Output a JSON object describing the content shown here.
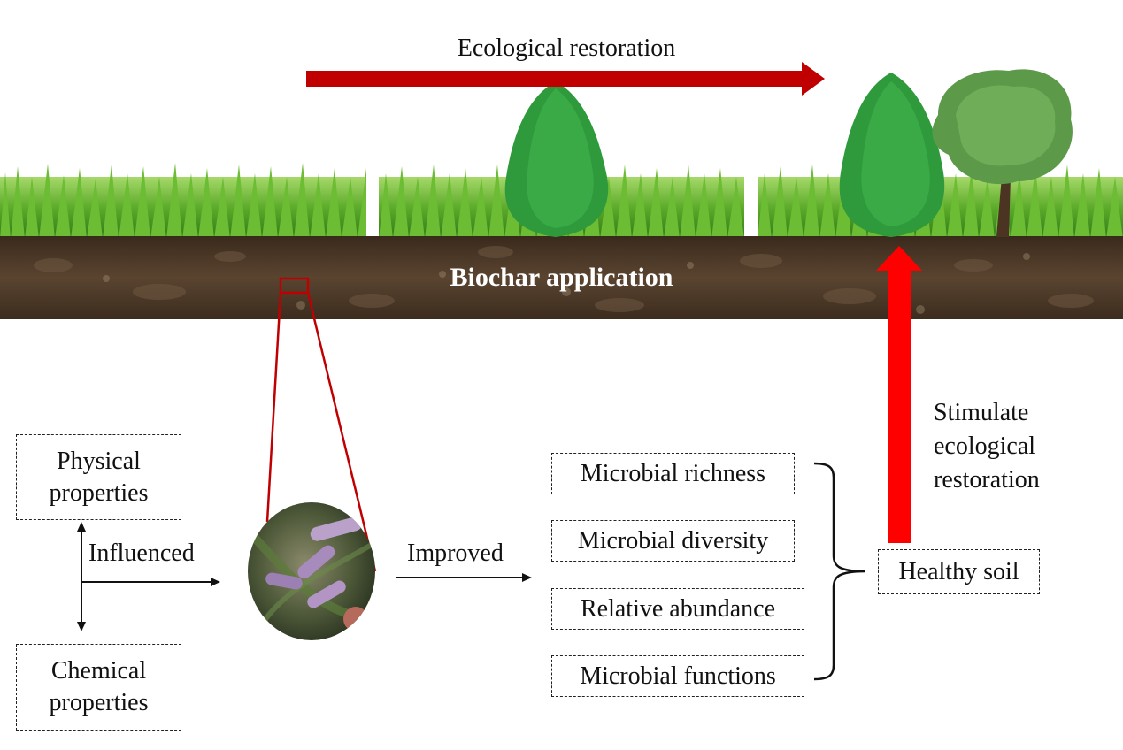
{
  "title": "Ecological restoration",
  "soil_label": "Biochar application",
  "properties": {
    "physical": "Physical properties",
    "chemical": "Chemical properties",
    "influenced": "Influenced"
  },
  "improved": "Improved",
  "microbial_boxes": [
    "Microbial richness",
    "Microbial diversity",
    "Relative abundance",
    "Microbial functions"
  ],
  "healthy_soil": "Healthy soil",
  "stimulate": [
    "Stimulate",
    "ecological",
    "restoration"
  ],
  "colors": {
    "arrow_dark_red": "#c00000",
    "arrow_red": "#ff0000",
    "zoom_outline": "#c00000",
    "grass": "#5cab2a",
    "soil": "#4e3a28",
    "tree": "#2f9a3c"
  }
}
